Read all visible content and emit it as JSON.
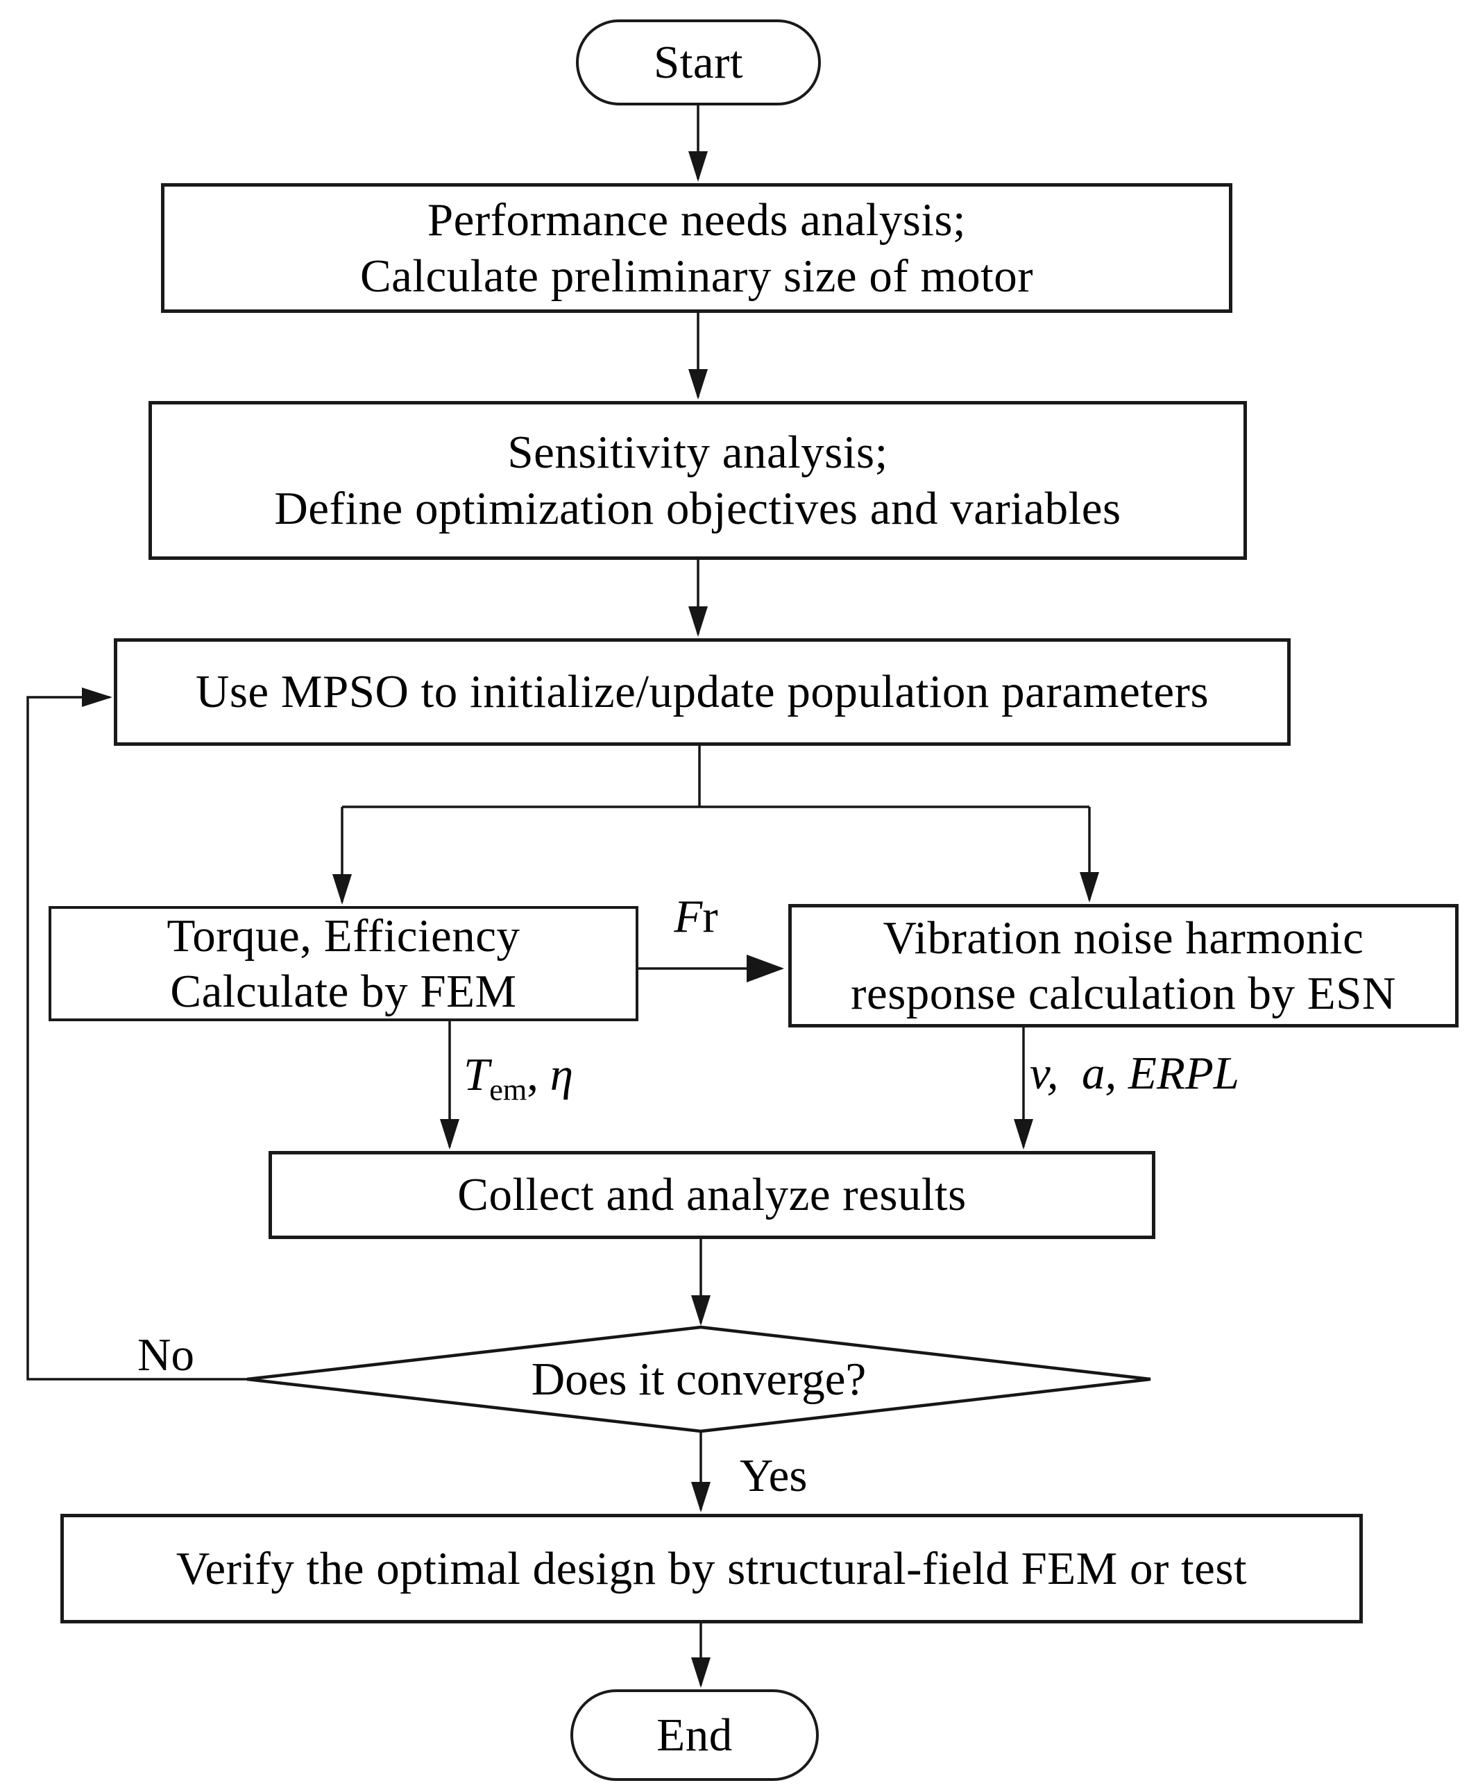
{
  "canvas": {
    "background": "#ffffff",
    "ink": "#1a1a1a"
  },
  "nodes": {
    "start": {
      "label": "Start"
    },
    "performance": {
      "line1": "Performance needs analysis;",
      "line2": "Calculate preliminary size of motor"
    },
    "sensitivity": {
      "line1": "Sensitivity analysis;",
      "line2": "Define optimization objectives and variables"
    },
    "mpso": {
      "label": "Use MPSO to initialize/update population parameters"
    },
    "fem": {
      "line1": "Torque, Efficiency",
      "line2": "Calculate by FEM"
    },
    "esn": {
      "line1": "Vibration noise harmonic",
      "line2": "response calculation by ESN"
    },
    "collect": {
      "label": "Collect and analyze results"
    },
    "decision": {
      "label": "Does it converge?"
    },
    "verify": {
      "label": "Verify the optimal design by structural-field FEM or test"
    },
    "end": {
      "label": "End"
    }
  },
  "edge_labels": {
    "fr": {
      "var": "F",
      "unit": "r"
    },
    "tem": {
      "var": "T",
      "sub": "em",
      "sep": ", ",
      "eta": "η"
    },
    "right_outputs": "v,  a, ERPL",
    "no": "No",
    "yes": "Yes"
  }
}
